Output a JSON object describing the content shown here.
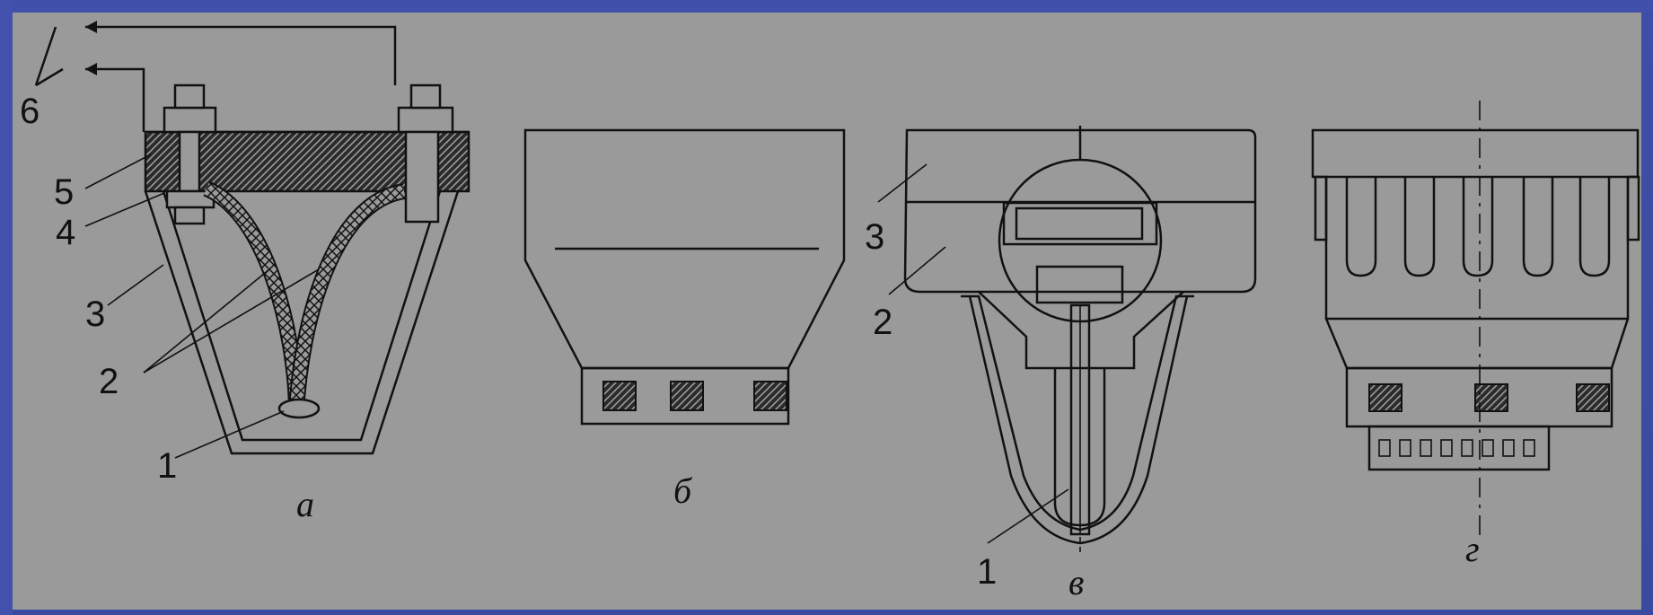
{
  "colors": {
    "slide_background": "#3f4fa8",
    "panel_background": "#9a9a9a",
    "line": "#111111",
    "insulation_fill": "#2b2b2b"
  },
  "panel_a": {
    "caption": "a",
    "labels": {
      "l1": "1",
      "l2": "2",
      "l3": "3",
      "l4": "4",
      "l5": "5",
      "l6": "6"
    }
  },
  "panel_b": {
    "caption": "б"
  },
  "panel_c": {
    "caption": "в",
    "labels": {
      "l1": "1",
      "l2": "2",
      "l3": "3"
    }
  },
  "panel_d": {
    "caption": "г"
  }
}
